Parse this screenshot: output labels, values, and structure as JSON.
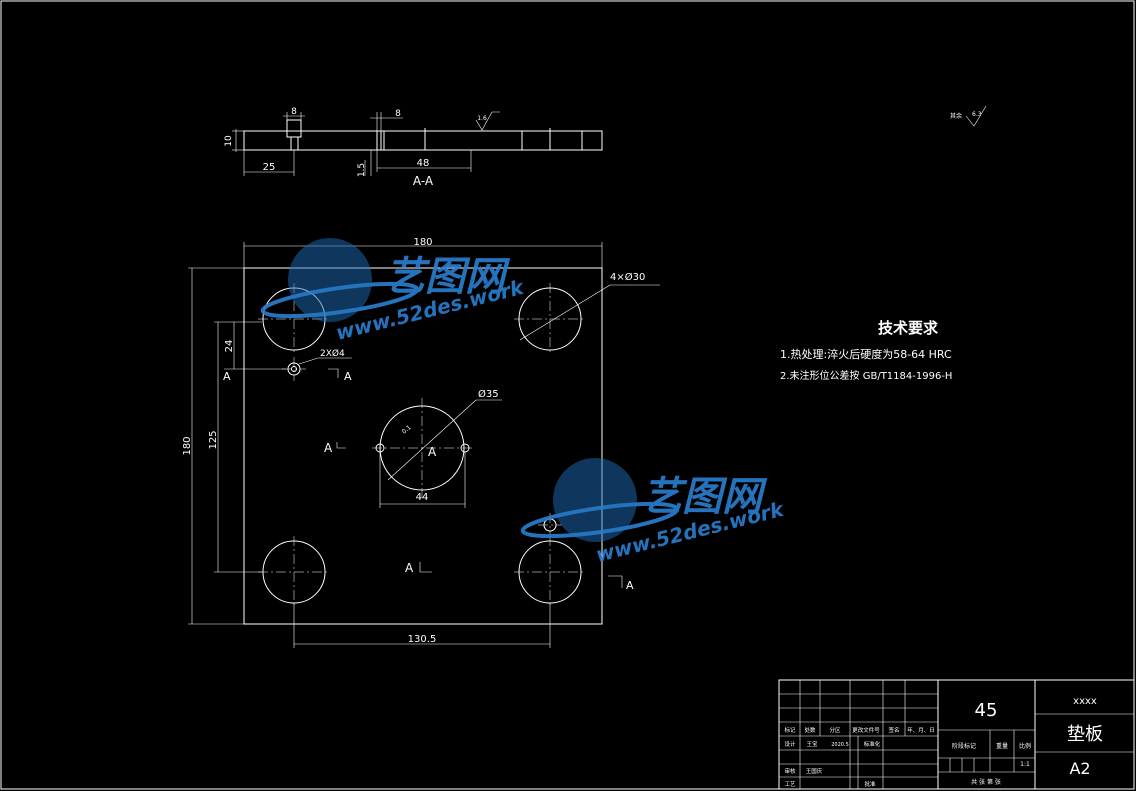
{
  "section_view": {
    "label": "A-A",
    "dims": {
      "thickness": "10",
      "hole_a": "8",
      "hole_b": "8",
      "left_offset": "25",
      "depth": "1.5",
      "span": "48"
    },
    "roughness_symbol": "1.6"
  },
  "plan_view": {
    "dims": {
      "width_top": "180",
      "height_left": "180",
      "height_inner": "125",
      "pin_offset": "24",
      "bottom_span": "130.5",
      "center_span": "44",
      "corner_holes": "4×Ø30",
      "pin_holes": "2XØ4",
      "center_hole": "Ø35",
      "center_tol": "0.1"
    },
    "section_marks": [
      "A",
      "A",
      "A",
      "A",
      "A"
    ]
  },
  "corner_roughness": {
    "label": "其余",
    "value": "6.3"
  },
  "tech_requirements": {
    "title": "技术要求",
    "items": [
      "1.热处理:淬火后硬度为58-64 HRC",
      "2.未注形位公差按 GB/T1184-1996-H"
    ]
  },
  "watermark": {
    "brand": "艺图网",
    "url": "www.52des.work"
  },
  "title_block": {
    "material": "45",
    "part_name": "垫板",
    "code": "xxxx",
    "sheet_size": "A2",
    "scale_label": "比例",
    "scale": "1:1",
    "weight_label": "重量",
    "stage_label": "阶段标记",
    "sheets_label": "共 张 第 张",
    "header_labels": [
      "标记",
      "处数",
      "分区",
      "更改文件号",
      "签名",
      "年、月、日"
    ],
    "row_labels": [
      "设计",
      "审核",
      "工艺"
    ],
    "designer": "王宝",
    "checker": "王国庆",
    "std_label": "标准化",
    "std_code": "2020.5",
    "approve_label": "批准"
  },
  "colors": {
    "background": "#000000",
    "lines": "#ffffff",
    "watermark": "#2a7fd2"
  }
}
